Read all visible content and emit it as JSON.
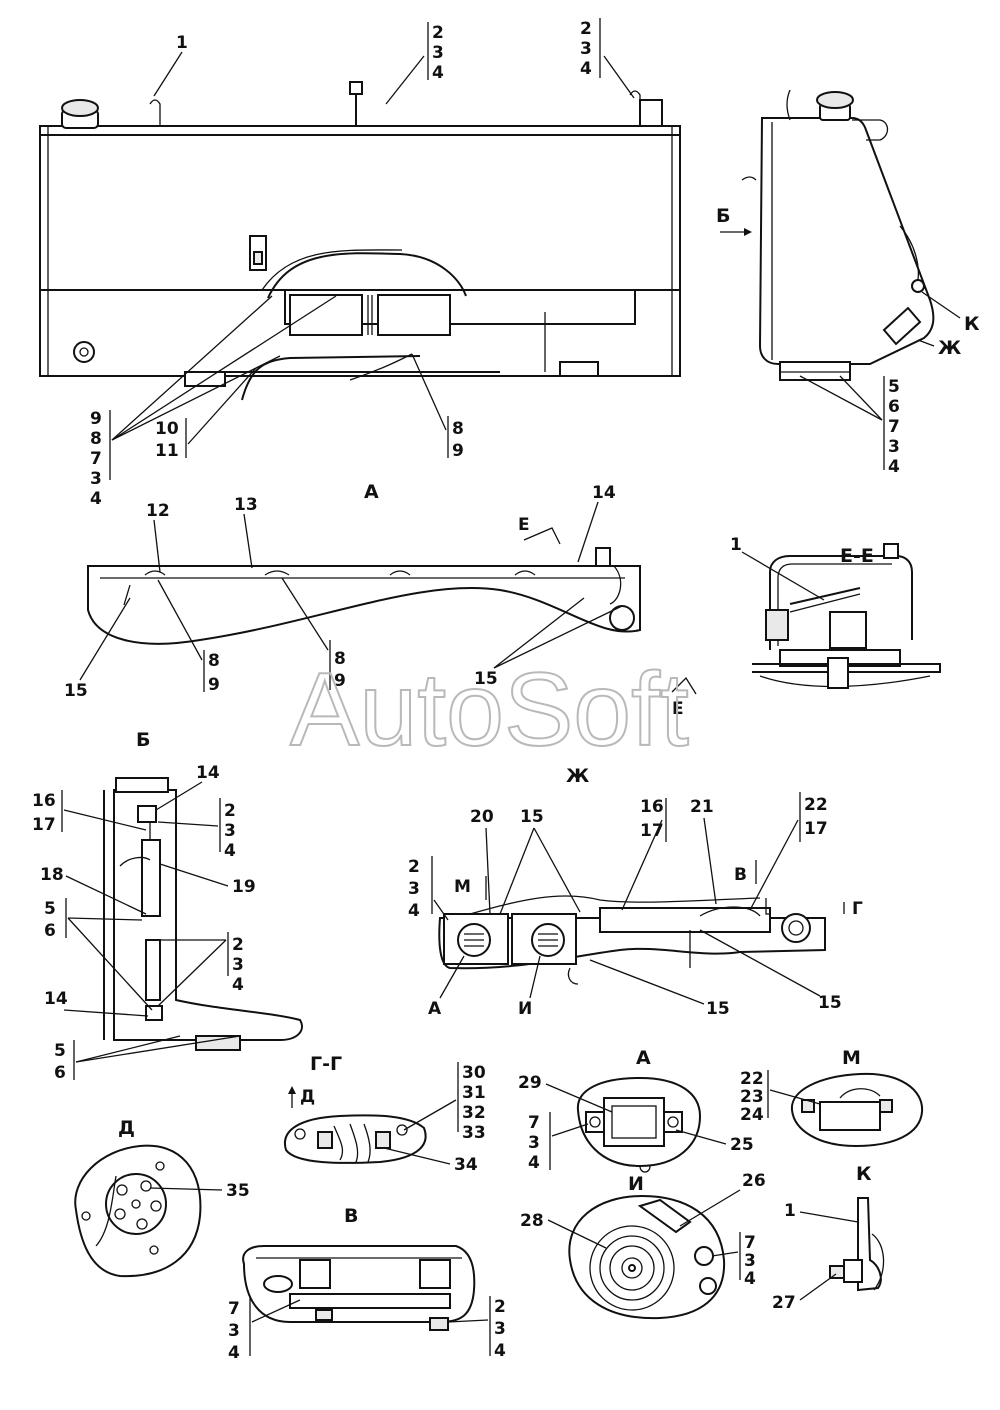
{
  "watermark": "AutoSoft",
  "views": {
    "A": "А",
    "B": "Б",
    "Zh": "Ж",
    "EE": "Е-Е",
    "GG": "Г-Г",
    "V": "В",
    "M": "М",
    "I": "И",
    "K": "К",
    "D": "Д",
    "E": "Е",
    "G": "Г"
  },
  "callouts": {
    "c1": "1",
    "c2": "2",
    "c3": "3",
    "c4": "4",
    "c5": "5",
    "c6": "6",
    "c7": "7",
    "c8": "8",
    "c9": "9",
    "c10": "10",
    "c11": "11",
    "c12": "12",
    "c13": "13",
    "c14": "14",
    "c15": "15",
    "c16": "16",
    "c17": "17",
    "c18": "18",
    "c19": "19",
    "c20": "20",
    "c21": "21",
    "c22": "22",
    "c23": "23",
    "c24": "24",
    "c25": "25",
    "c26": "26",
    "c27": "27",
    "c28": "28",
    "c29": "29",
    "c30": "30",
    "c31": "31",
    "c32": "32",
    "c33": "33",
    "c34": "34",
    "c35": "35"
  }
}
